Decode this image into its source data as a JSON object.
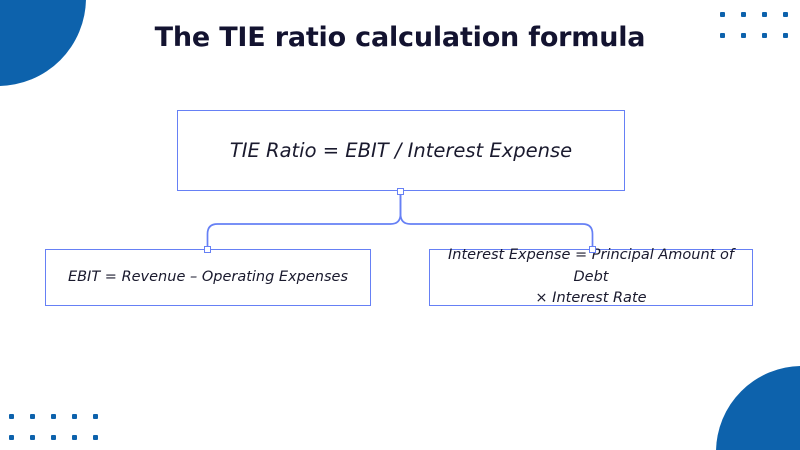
{
  "slide": {
    "title": "The TIE ratio calculation formula",
    "background_color": "#ffffff",
    "accent_color": "#0d62ac",
    "connector_color": "#6680f5",
    "title_color": "#131330"
  },
  "diagram": {
    "type": "tree",
    "root": {
      "label": "TIE Ratio = EBIT / Interest Expense"
    },
    "children": [
      {
        "label": "EBIT = Revenue – Operating Expenses"
      },
      {
        "label": "Interest Expense = Principal Amount of Debt\n× Interest Rate"
      }
    ]
  },
  "decorations": {
    "top_left_blob": "quarter-circle",
    "bottom_right_blob": "quarter-circle",
    "top_right_dots": {
      "columns": 4,
      "rows": 2
    },
    "bottom_left_dots": {
      "columns": 5,
      "rows": 2
    }
  }
}
